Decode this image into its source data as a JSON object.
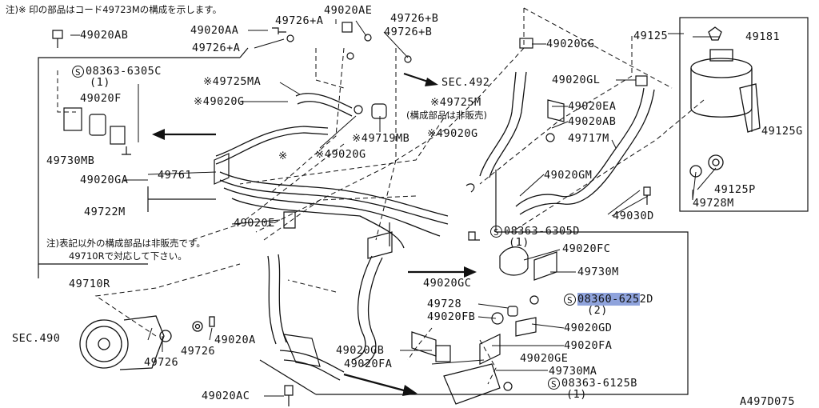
{
  "header_note": "注)※ 印の部品はコード49723Mの構成を示します。",
  "footer_note_line1": "注)表記以外の構成部品は非販売です。",
  "footer_note_line2": "49710Rで対応して下さい。",
  "diagram_id": "A497D075",
  "highlight_color": "#8fa3dc",
  "labels": {
    "p49020AB_top": "49020AB",
    "p08363_6305C": "08363-6305C",
    "q1_c": "(1)",
    "p49020F": "49020F",
    "p49730MB": "49730MB",
    "p49020GA": "49020GA",
    "p49761": "49761",
    "p49722M": "49722M",
    "p49710R": "49710R",
    "p49020AA": "49020AA",
    "p49726A_1": "49726+A",
    "p49726A_2": "49726+A",
    "p49020AE": "49020AE",
    "p49726B_1": "49726+B",
    "p49726B_2": "49726+B",
    "p49725MA": "※49725MA",
    "p49020G_1": "※49020G",
    "p49020G_2": "※49020G",
    "p49020G_3": "※49020G",
    "p49719MB": "※49719MB",
    "p49725M": "※49725M",
    "p49725M_note": "(構成部品は非販売)",
    "star": "※",
    "sec492": "SEC.492",
    "p49020GG": "49020GG",
    "p49020GL": "49020GL",
    "p49020EA": "49020EA",
    "p49020AB_mid": "49020AB",
    "p49717M": "49717M",
    "p49020GM": "49020GM",
    "p49030D": "49030D",
    "p49125": "49125",
    "p49181": "49181",
    "p49125G": "49125G",
    "p49125P": "49125P",
    "p49728M": "49728M",
    "p49020E": "49020E",
    "p08363_6305D": "08363-6305D",
    "q1_d": "(1)",
    "p49020FC": "49020FC",
    "p49730M": "49730M",
    "p49020GC": "49020GC",
    "p08360_6252D_hl": "08360-625",
    "p08360_6252D_rest": "2D",
    "q2": "(2)",
    "p49728": "49728",
    "p49020FB": "49020FB",
    "p49020GD": "49020GD",
    "p49020FA_1": "49020FA",
    "p49020FA_2": "49020FA",
    "p49020GB": "49020GB",
    "p49020GE": "49020GE",
    "p49730MA": "49730MA",
    "p08363_6125B": "08363-6125B",
    "q1_b": "(1)",
    "sec490": "SEC.490",
    "p49726_1": "49726",
    "p49726_2": "49726",
    "p49020A": "49020A",
    "p49020AC": "49020AC",
    "s_symbol": "S"
  }
}
